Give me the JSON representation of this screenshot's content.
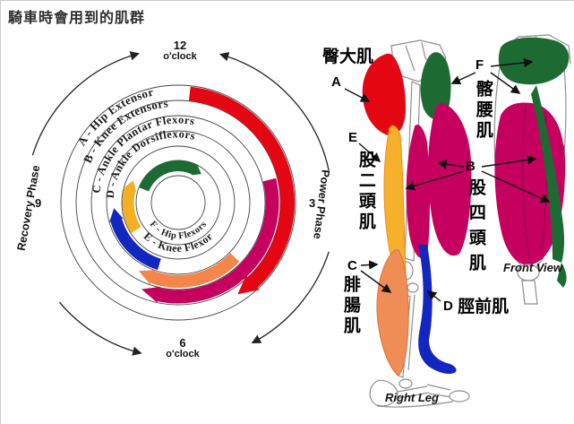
{
  "page": {
    "title": "騎車時會用到的肌群"
  },
  "clock": {
    "twelve": "12",
    "twelve_sub": "o'clock",
    "three": "3",
    "six": "6",
    "six_sub": "o'clock",
    "nine": "9",
    "recovery_phase": "Recovery Phase",
    "power_phase": "Power Phase",
    "rings": [
      {
        "id": "A",
        "label": "A - Hip Extensor",
        "color": "#e40613"
      },
      {
        "id": "B",
        "label": "B - Knee Extensors",
        "color": "#c5005f"
      },
      {
        "id": "C",
        "label": "C - Ankle Plantar Flexors",
        "color": "#f4854b"
      },
      {
        "id": "D",
        "label": "D - Ankle Dorsiflexors",
        "color": "#1226c0"
      },
      {
        "id": "E",
        "label": "E - Knee Flexor",
        "color": "#f4af25"
      },
      {
        "id": "F",
        "label": "F - Hip Flexors",
        "color": "#1d6b33"
      }
    ]
  },
  "anatomy": {
    "gluteus": {
      "key": "A",
      "zh": "臀大肌",
      "color": "#e40613"
    },
    "iliopsoas": {
      "key": "F",
      "zh": "髂腰肌",
      "color": "#1d6b33"
    },
    "biceps_femoris": {
      "key": "E",
      "zh": "股二頭肌",
      "color": "#f6b02c"
    },
    "quadriceps": {
      "key": "B",
      "zh": "股四頭肌",
      "color": "#c5005f"
    },
    "gastrocnemius": {
      "key": "C",
      "zh": "腓腸肌",
      "color": "#f08c55"
    },
    "tibialis_anterior": {
      "key": "D",
      "zh": "脛前肌",
      "color": "#1226c0"
    },
    "right_leg_caption": "Right Leg",
    "front_view_caption": "Front View"
  }
}
